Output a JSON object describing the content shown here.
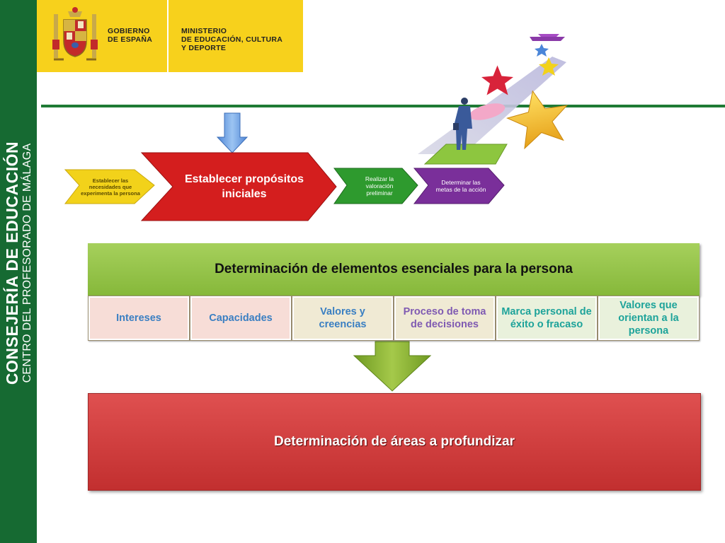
{
  "sidebar": {
    "title": "CONSEJERÍA DE EDUCACIÓN",
    "subtitle": "CENTRO DEL PROFESORADO DE MÁLAGA"
  },
  "header_logo": {
    "gov_line1": "GOBIERNO",
    "gov_line2": "DE ESPAÑA",
    "ministry_line1": "MINISTERIO",
    "ministry_line2": "DE EDUCACIÓN, CULTURA",
    "ministry_line3": "Y DEPORTE"
  },
  "process_steps": [
    {
      "label": "Establecer las necesidades que experimenta la persona",
      "color": "#f2d21a"
    },
    {
      "label": "Establecer propósitos iniciales",
      "color": "#d41e1e"
    },
    {
      "label": "Realizar la valoración preliminar",
      "color": "#2e9a2e"
    },
    {
      "label": "Determinar las metas de la acción",
      "color": "#7a2f9a"
    }
  ],
  "essential_elements": {
    "title": "Determinación de elementos esenciales para la persona",
    "items": [
      {
        "label": "Intereses"
      },
      {
        "label": "Capacidades"
      },
      {
        "label": "Valores y creencias"
      },
      {
        "label": "Proceso de toma de decisiones"
      },
      {
        "label": "Marca personal de éxito o fracaso"
      },
      {
        "label": "Valores que orientan a la persona"
      }
    ]
  },
  "result": {
    "title": "Determinación de áreas a profundizar"
  },
  "colors": {
    "sidebar": "#166a32",
    "banner": "#f7d11c",
    "header_green": "#92c247",
    "result_red": "#cf3838"
  }
}
